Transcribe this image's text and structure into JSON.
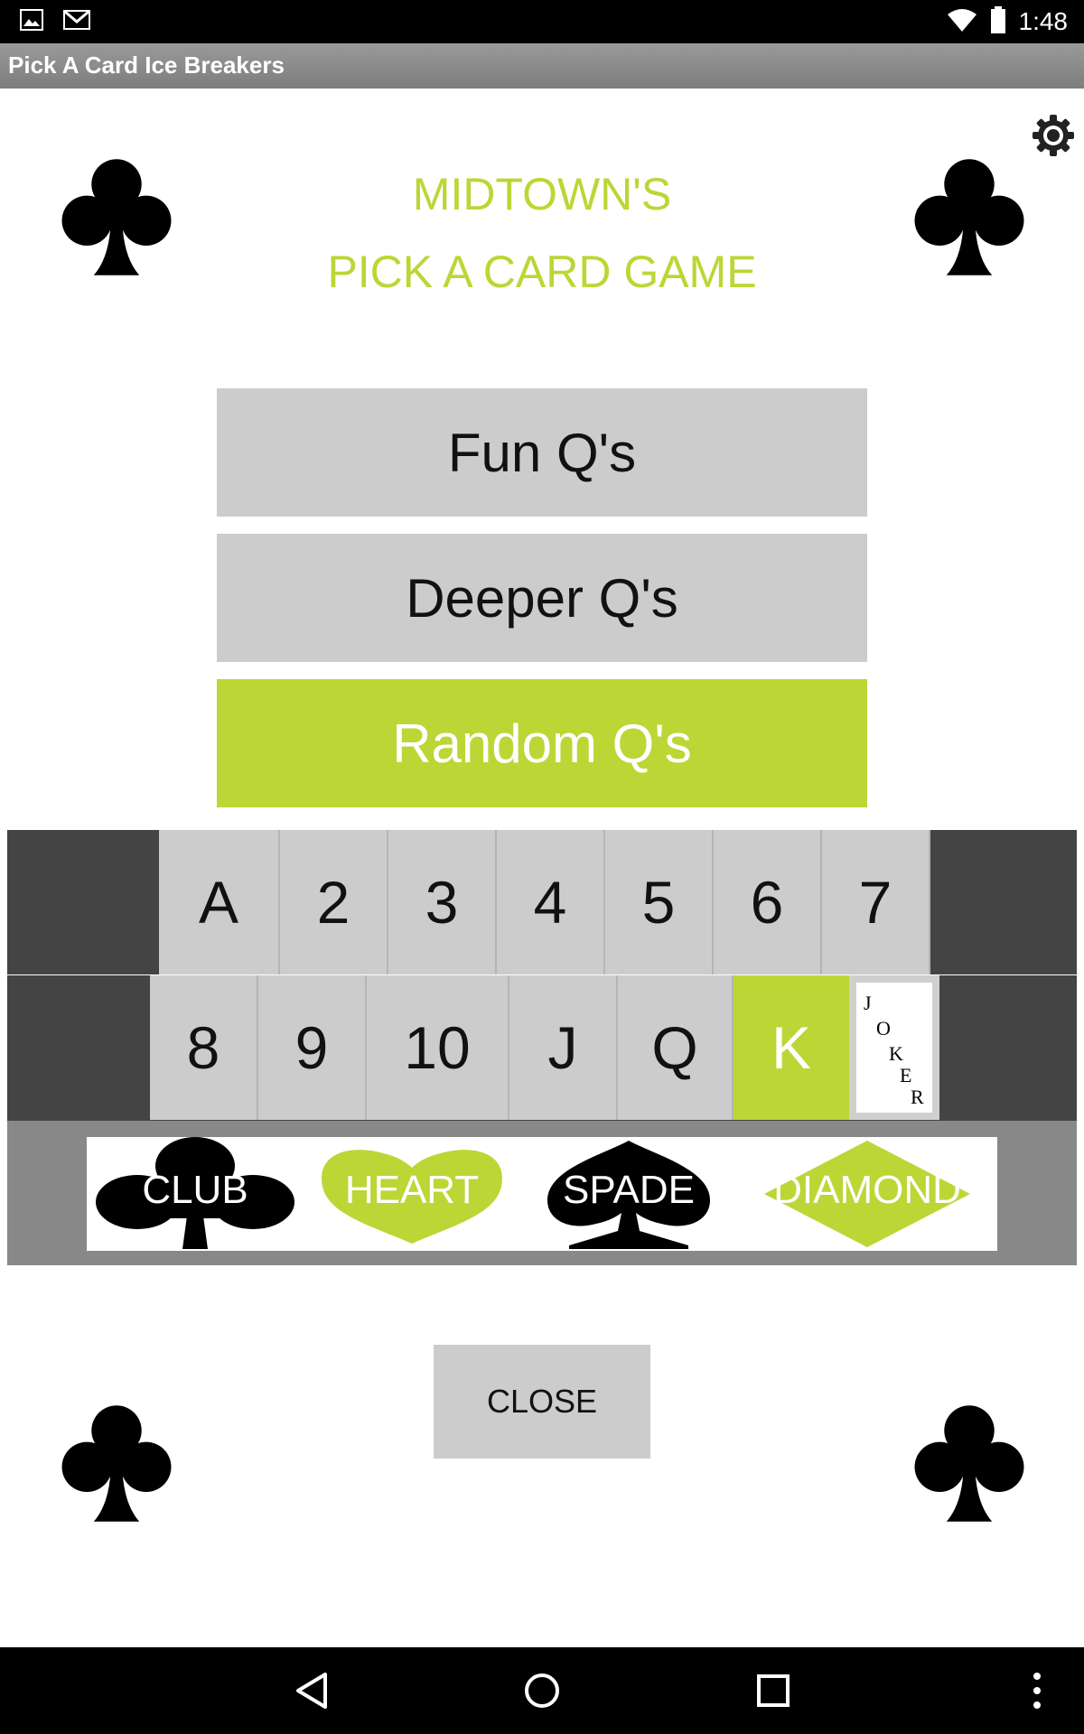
{
  "status_bar": {
    "time": "1:48",
    "icons": [
      "image-icon",
      "gmail-icon",
      "wifi-icon",
      "battery-icon"
    ]
  },
  "app": {
    "title": "Pick A Card Ice Breakers"
  },
  "header": {
    "line1": "MIDTOWN'S",
    "line2": "PICK A CARD GAME"
  },
  "menu": {
    "buttons": [
      {
        "label": "Fun Q's",
        "selected": false
      },
      {
        "label": "Deeper Q's",
        "selected": false
      },
      {
        "label": "Random Q's",
        "selected": true
      }
    ]
  },
  "cards": {
    "row1": [
      "A",
      "2",
      "3",
      "4",
      "5",
      "6",
      "7"
    ],
    "row2": [
      "8",
      "9",
      "10",
      "J",
      "Q",
      "K"
    ],
    "selected": "K",
    "joker_letters": [
      "J",
      "O",
      "K",
      "E",
      "R"
    ]
  },
  "suits": [
    {
      "label": "CLUB",
      "color": "#000000"
    },
    {
      "label": "HEART",
      "color": "#bcd636"
    },
    {
      "label": "SPADE",
      "color": "#000000"
    },
    {
      "label": "DIAMOND",
      "color": "#bcd636"
    }
  ],
  "actions": {
    "close_label": "CLOSE"
  },
  "colors": {
    "accent": "#bcd636",
    "button_gray": "#cccccc",
    "dark_panel": "#444444",
    "title_bar": "#888888"
  },
  "nav_bar": {
    "icons": [
      "back-icon",
      "home-icon",
      "recents-icon",
      "overflow-menu-icon"
    ]
  }
}
